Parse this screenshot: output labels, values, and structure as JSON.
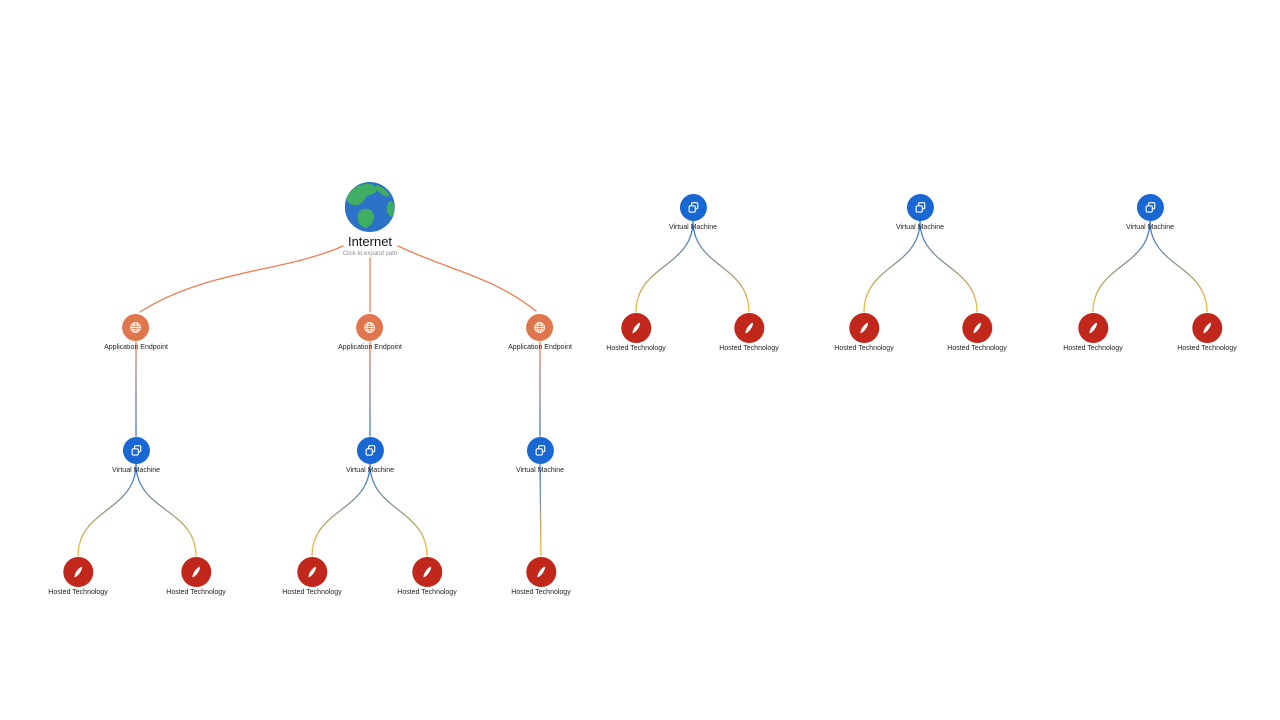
{
  "colors": {
    "background": "#FFFFFF",
    "internet_ocean": "#2C72C9",
    "internet_land": "#3FAE63",
    "application_endpoint": "#E0764E",
    "virtual_machine": "#1967D2",
    "hosted_technology": "#C1271A",
    "edge_internet": "#EE7E52",
    "edge_blue": "#3D7BD4",
    "edge_yellow": "#EFB63C",
    "label_text": "#1F1F1F",
    "hint_text": "#8F8F8F"
  },
  "graph": {
    "nodes": [
      {
        "id": "internet",
        "type": "internet",
        "label": "Internet",
        "sublabel": "Click to expand path"
      },
      {
        "id": "ae1",
        "type": "application-endpoint",
        "label": "Application Endpoint"
      },
      {
        "id": "ae2",
        "type": "application-endpoint",
        "label": "Application Endpoint"
      },
      {
        "id": "ae3",
        "type": "application-endpoint",
        "label": "Application Endpoint"
      },
      {
        "id": "vm1",
        "type": "virtual-machine",
        "label": "Virtual Machine"
      },
      {
        "id": "vm2",
        "type": "virtual-machine",
        "label": "Virtual Machine"
      },
      {
        "id": "vm3",
        "type": "virtual-machine",
        "label": "Virtual Machine"
      },
      {
        "id": "ht1",
        "type": "hosted-technology",
        "label": "Hosted Technology"
      },
      {
        "id": "ht2",
        "type": "hosted-technology",
        "label": "Hosted Technology"
      },
      {
        "id": "ht3",
        "type": "hosted-technology",
        "label": "Hosted Technology"
      },
      {
        "id": "ht4",
        "type": "hosted-technology",
        "label": "Hosted Technology"
      },
      {
        "id": "ht5",
        "type": "hosted-technology",
        "label": "Hosted Technology"
      },
      {
        "id": "vm4",
        "type": "virtual-machine",
        "label": "Virtual Machine"
      },
      {
        "id": "ht6",
        "type": "hosted-technology",
        "label": "Hosted Technology"
      },
      {
        "id": "ht7",
        "type": "hosted-technology",
        "label": "Hosted Technology"
      },
      {
        "id": "vm5",
        "type": "virtual-machine",
        "label": "Virtual Machine"
      },
      {
        "id": "ht8",
        "type": "hosted-technology",
        "label": "Hosted Technology"
      },
      {
        "id": "ht9",
        "type": "hosted-technology",
        "label": "Hosted Technology"
      },
      {
        "id": "vm6",
        "type": "virtual-machine",
        "label": "Virtual Machine"
      },
      {
        "id": "ht10",
        "type": "hosted-technology",
        "label": "Hosted Technology"
      },
      {
        "id": "ht11",
        "type": "hosted-technology",
        "label": "Hosted Technology"
      }
    ],
    "edges": [
      {
        "from": "internet",
        "to": "ae1",
        "style": "orange"
      },
      {
        "from": "internet",
        "to": "ae2",
        "style": "orange"
      },
      {
        "from": "internet",
        "to": "ae3",
        "style": "orange"
      },
      {
        "from": "ae1",
        "to": "vm1",
        "style": "orange-to-blue"
      },
      {
        "from": "ae2",
        "to": "vm2",
        "style": "orange-to-blue"
      },
      {
        "from": "ae3",
        "to": "vm3",
        "style": "orange-to-blue"
      },
      {
        "from": "vm1",
        "to": "ht1",
        "style": "blue-to-yellow"
      },
      {
        "from": "vm1",
        "to": "ht2",
        "style": "blue-to-yellow"
      },
      {
        "from": "vm2",
        "to": "ht3",
        "style": "blue-to-yellow"
      },
      {
        "from": "vm2",
        "to": "ht4",
        "style": "blue-to-yellow"
      },
      {
        "from": "vm3",
        "to": "ht5",
        "style": "blue-to-yellow"
      },
      {
        "from": "vm4",
        "to": "ht6",
        "style": "blue-to-yellow"
      },
      {
        "from": "vm4",
        "to": "ht7",
        "style": "blue-to-yellow"
      },
      {
        "from": "vm5",
        "to": "ht8",
        "style": "blue-to-yellow"
      },
      {
        "from": "vm5",
        "to": "ht9",
        "style": "blue-to-yellow"
      },
      {
        "from": "vm6",
        "to": "ht10",
        "style": "blue-to-yellow"
      },
      {
        "from": "vm6",
        "to": "ht11",
        "style": "blue-to-yellow"
      }
    ]
  }
}
